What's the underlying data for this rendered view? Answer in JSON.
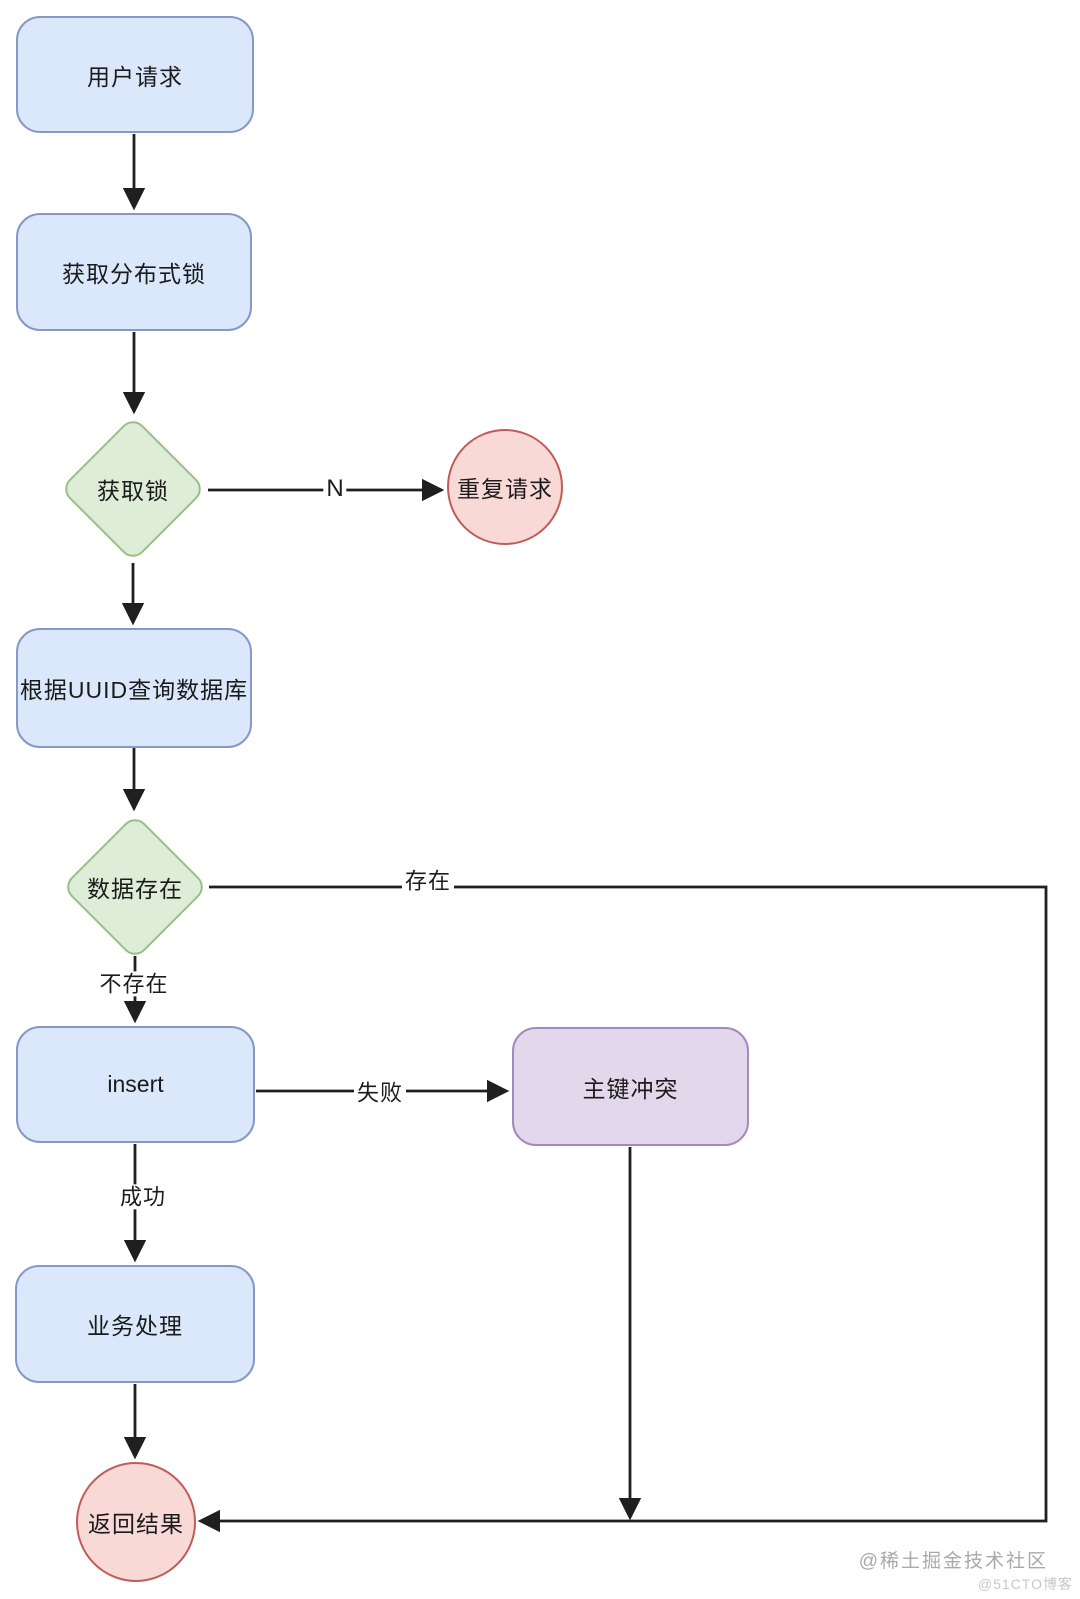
{
  "nodes": {
    "user_request": {
      "label": "用户请求",
      "type": "process",
      "fill": "#dbe8fb",
      "stroke": "#8598c6"
    },
    "acquire_lock": {
      "label": "获取分布式锁",
      "type": "process",
      "fill": "#dbe8fb",
      "stroke": "#8598c6"
    },
    "lock_decision": {
      "label": "获取锁",
      "type": "decision",
      "fill": "#ddedd8",
      "stroke": "#9abf84"
    },
    "duplicate_request": {
      "label": "重复请求",
      "type": "terminal",
      "fill": "#f8d9d6",
      "stroke": "#c05c58"
    },
    "query_db": {
      "label": "根据UUID查询数据库",
      "type": "process",
      "fill": "#dbe8fb",
      "stroke": "#8598c6"
    },
    "data_exists": {
      "label": "数据存在",
      "type": "decision",
      "fill": "#ddedd8",
      "stroke": "#9abf84"
    },
    "insert": {
      "label": "insert",
      "type": "process",
      "fill": "#dbe8fb",
      "stroke": "#8598c6"
    },
    "pk_conflict": {
      "label": "主键冲突",
      "type": "process",
      "fill": "#e3d8eb",
      "stroke": "#a389bf"
    },
    "business": {
      "label": "业务处理",
      "type": "process",
      "fill": "#dbe8fb",
      "stroke": "#8598c6"
    },
    "return_result": {
      "label": "返回结果",
      "type": "terminal",
      "fill": "#f8d9d6",
      "stroke": "#c05c58"
    }
  },
  "edge_labels": {
    "n": "N",
    "exists": "存在",
    "not_exists": "不存在",
    "fail": "失败",
    "success": "成功"
  },
  "edges": [
    {
      "from": "用户请求",
      "to": "获取分布式锁",
      "label": ""
    },
    {
      "from": "获取分布式锁",
      "to": "获取锁",
      "label": ""
    },
    {
      "from": "获取锁",
      "to": "重复请求",
      "label": "N"
    },
    {
      "from": "获取锁",
      "to": "根据UUID查询数据库",
      "label": ""
    },
    {
      "from": "根据UUID查询数据库",
      "to": "数据存在",
      "label": ""
    },
    {
      "from": "数据存在",
      "to": "返回结果",
      "label": "存在"
    },
    {
      "from": "数据存在",
      "to": "insert",
      "label": "不存在"
    },
    {
      "from": "insert",
      "to": "主键冲突",
      "label": "失败"
    },
    {
      "from": "insert",
      "to": "业务处理",
      "label": "成功"
    },
    {
      "from": "业务处理",
      "to": "返回结果",
      "label": ""
    },
    {
      "from": "主键冲突",
      "to": "返回结果",
      "label": ""
    }
  ],
  "watermarks": {
    "primary": "@稀土掘金技术社区",
    "secondary": "@51CTO博客"
  },
  "colors": {
    "background": "#ffffff",
    "connector_line": "#1f1f1f",
    "process_fill": "#dbe8fb",
    "process_stroke": "#8598c6",
    "decision_fill": "#ddedd8",
    "decision_stroke": "#9abf84",
    "terminal_fill": "#f8d9d6",
    "terminal_stroke": "#c05c58",
    "conflict_fill": "#e3d8eb",
    "conflict_stroke": "#a389bf"
  }
}
